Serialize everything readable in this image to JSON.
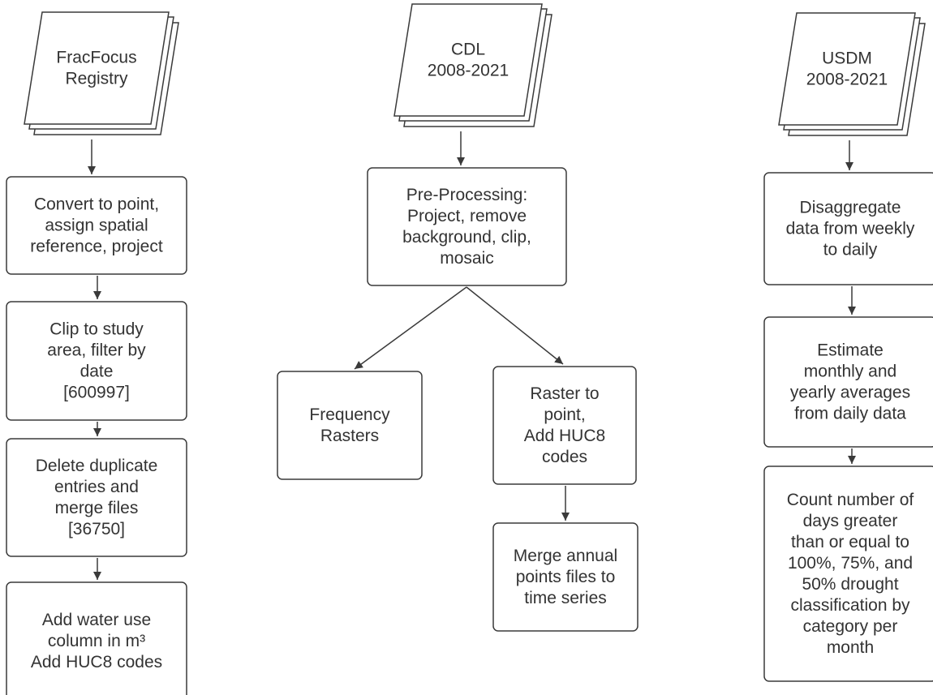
{
  "columns": [
    {
      "source": {
        "lines": [
          "FracFocus",
          "Registry"
        ]
      },
      "steps": [
        {
          "lines": [
            "Convert to point,",
            "assign spatial",
            "reference, project"
          ]
        },
        {
          "lines": [
            "Clip to study",
            "area, filter by",
            "date",
            "[600997]"
          ]
        },
        {
          "lines": [
            "Delete duplicate",
            "entries and",
            "merge files",
            "[36750]"
          ]
        },
        {
          "lines": [
            "Add water use",
            "column in m³",
            "Add HUC8 codes"
          ]
        }
      ]
    },
    {
      "source": {
        "lines": [
          "CDL",
          "2008-2021"
        ]
      },
      "steps": [
        {
          "lines": [
            "Pre-Processing:",
            "Project, remove",
            "background, clip,",
            "mosaic"
          ]
        },
        {
          "lines": [
            "Frequency",
            "Rasters"
          ]
        },
        {
          "lines": [
            "Raster to",
            "point,",
            "Add HUC8",
            "codes"
          ]
        },
        {
          "lines": [
            "Merge annual",
            "points files to",
            "time series"
          ]
        }
      ]
    },
    {
      "source": {
        "lines": [
          "USDM",
          "2008-2021"
        ]
      },
      "steps": [
        {
          "lines": [
            "Disaggregate",
            "data from weekly",
            "to daily"
          ]
        },
        {
          "lines": [
            "Estimate",
            "monthly and",
            "yearly averages",
            "from daily data"
          ]
        },
        {
          "lines": [
            "Count number of",
            "days greater",
            "than or equal to",
            "100%, 75%, and",
            "50% drought",
            "classification by",
            "category per",
            "month"
          ]
        }
      ]
    }
  ],
  "colors": {
    "stroke": "#3a3a3a",
    "text": "#333333",
    "background": "#ffffff"
  }
}
